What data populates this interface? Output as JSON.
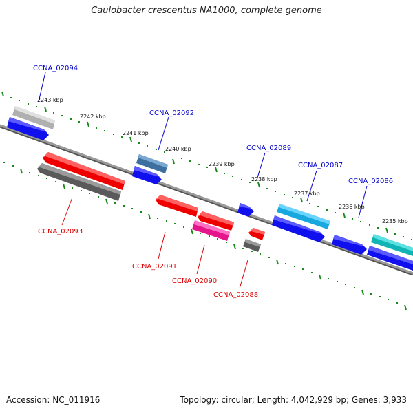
{
  "title": "Caulobacter crescentus NA1000, complete genome",
  "accession": "Accession: NC_011916",
  "topology": "Topology: circular; Length: 4,042,929 bp; Genes: 3,933",
  "kbp_labels": [
    "2243 kbp",
    "2242 kbp",
    "2241 kbp",
    "2240 kbp",
    "2239 kbp",
    "2238 kbp",
    "2237 kbp",
    "2236 kbp",
    "2235 kbp"
  ],
  "forward_tags": [
    "CCNA_02094",
    "CCNA_02092",
    "CCNA_02089",
    "CCNA_02087",
    "CCNA_02086"
  ],
  "reverse_tags": [
    "CCNA_02093",
    "CCNA_02091",
    "CCNA_02090",
    "CCNA_02088"
  ],
  "colors": {
    "backbone": "#8a8a8a",
    "ticks": "#1a8a1a",
    "forward_label": "#0000cc",
    "reverse_label": "#dd0000",
    "gene_blue": "#1010ee",
    "gene_red": "#ff0000",
    "gene_gray": "#6a6a6a",
    "gene_lightgray": "#c4c4c4",
    "gene_steelblue": "#4a7fb0",
    "gene_skyblue": "#20b8f0",
    "gene_teal": "#18c8c8",
    "gene_pink": "#ff1aa0"
  }
}
